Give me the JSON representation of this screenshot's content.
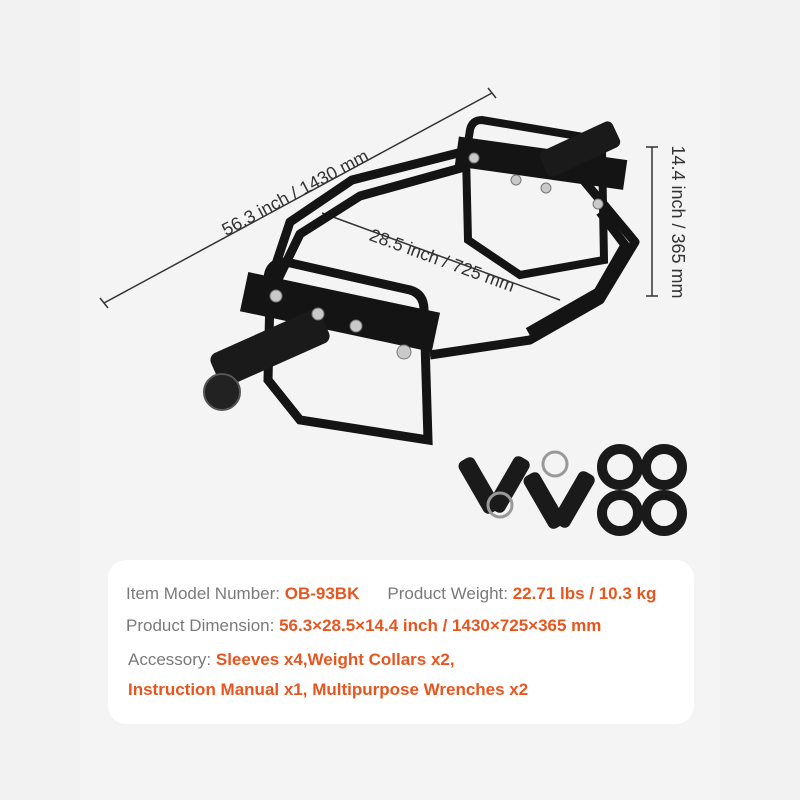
{
  "dimensions": {
    "length": "56.3 inch / 1430 mm",
    "inner_width": "28.5 inch / 725 mm",
    "height": "14.4 inch / 365 mm"
  },
  "specs": {
    "model_label": "Item Model Number: ",
    "model_value": "OB-93BK",
    "weight_label": "Product Weight: ",
    "weight_value": "22.71 lbs / 10.3 kg",
    "dimension_label": "Product Dimension: ",
    "dimension_value": "56.3×28.5×14.4 inch / 1430×725×365 mm",
    "accessory_label": "Accessory: ",
    "accessory_value_1": "Sleeves x4,Weight Collars x2,",
    "accessory_value_2": "Instruction Manual x1, Multipurpose Wrenches x2"
  },
  "colors": {
    "accent": "#e8561f",
    "frame": "#141414",
    "label": "#7a7a7a"
  }
}
